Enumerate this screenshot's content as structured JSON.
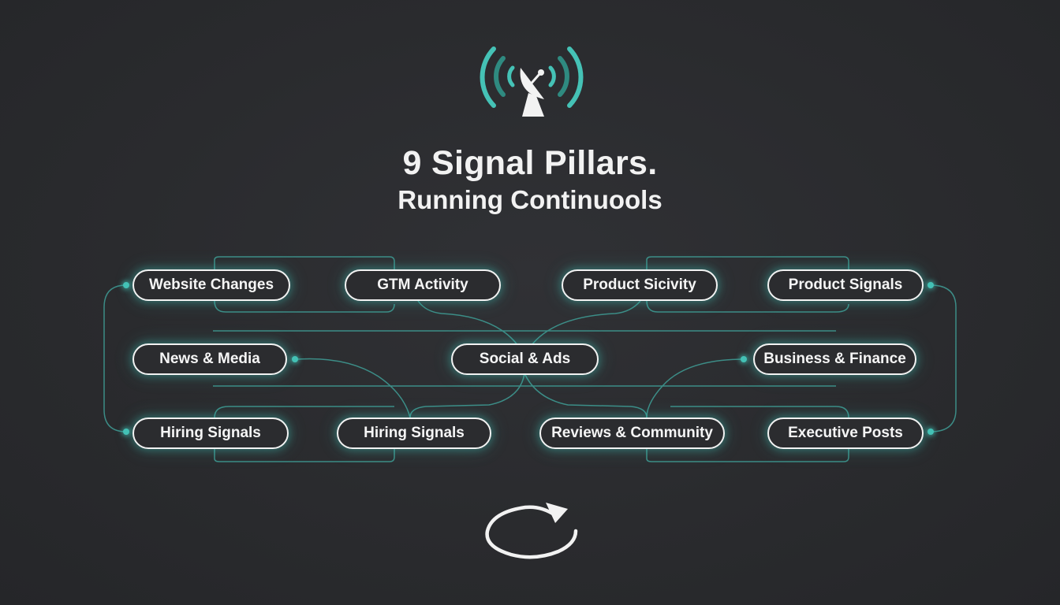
{
  "title": {
    "line1": "9 Signal Pillars.",
    "line2": "Running Continuools"
  },
  "pillars": [
    {
      "id": "website-changes",
      "label": "Website Changes"
    },
    {
      "id": "gtm-activity",
      "label": "GTM Activity"
    },
    {
      "id": "product-sicivity",
      "label": "Product Sicivity"
    },
    {
      "id": "product-signals",
      "label": "Product Signals"
    },
    {
      "id": "news-media",
      "label": "News & Media"
    },
    {
      "id": "social-ads",
      "label": "Social & Ads"
    },
    {
      "id": "business-finance",
      "label": "Business & Finance"
    },
    {
      "id": "hiring-signals-left",
      "label": "Hiring Signals"
    },
    {
      "id": "hiring-signals-center",
      "label": "Hiring Signals"
    },
    {
      "id": "reviews-community",
      "label": "Reviews & Community"
    },
    {
      "id": "executive-posts",
      "label": "Executive Posts"
    }
  ],
  "icons": {
    "top": "satellite-dish-icon",
    "bottom": "refresh-loop-icon"
  },
  "colors": {
    "background": "#2a2b2e",
    "accent": "#45c2b6",
    "pill_border": "#f2f2f2",
    "text": "#f2f2f2"
  }
}
